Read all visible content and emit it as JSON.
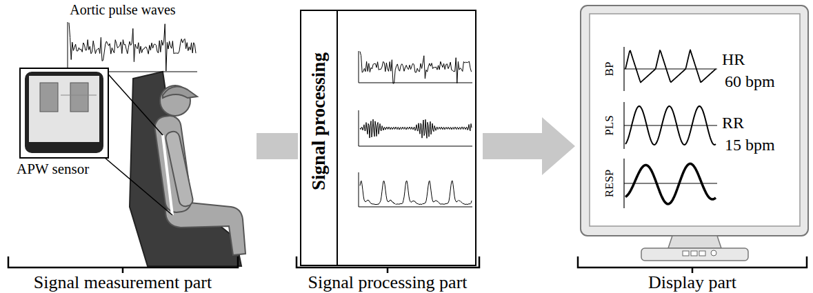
{
  "diagram": {
    "nodes": [
      {
        "text": [
          "APW sensor"
        ]
      },
      {
        "text": [
          "Signal processing"
        ]
      },
      {
        "text": [
          "BP",
          "PLS",
          "RESP",
          "HR 60 bpm",
          "RR 15 bpm"
        ]
      }
    ],
    "labels": [
      "Aortic pulse waves",
      "Signal measurement part",
      "Signal processing part",
      "Display part"
    ]
  }
}
